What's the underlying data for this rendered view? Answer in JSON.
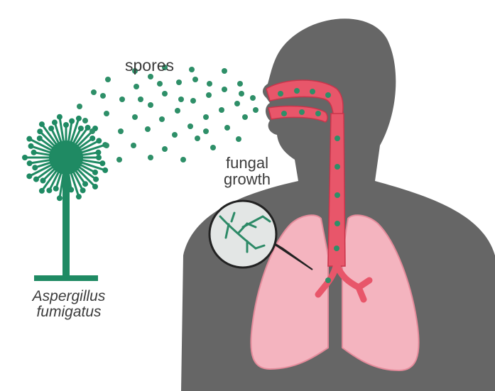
{
  "labels": {
    "spores": "spores",
    "fungal_growth": [
      "fungal",
      "growth"
    ],
    "organism": [
      "Aspergillus",
      "fumigatus"
    ]
  },
  "colors": {
    "background": "#ffffff",
    "silhouette": "#666666",
    "fungus": "#1f8a63",
    "spore": "#2e8f68",
    "airway": "#e8566a",
    "lung": "#f4b4bf",
    "lung_edge": "#e58b9b",
    "hyphae": "#2d8a67",
    "magnifier_fill": "#e3e6e5",
    "text": "#3b3b3b"
  },
  "icons": {
    "organism": "aspergillus-conidiophore-icon",
    "person": "human-silhouette-icon",
    "magnifier": "magnifier-callout-icon"
  }
}
